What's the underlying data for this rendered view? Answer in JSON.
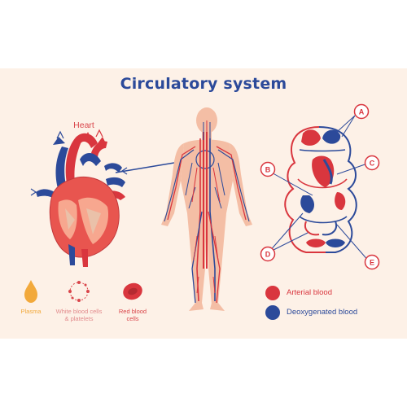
{
  "title": "Circulatory system",
  "heart_label": "Heart",
  "cells": [
    {
      "label_lines": [
        "Plasma"
      ],
      "color": "#f2a93b"
    },
    {
      "label_lines": [
        "White blood cells",
        "& platelets"
      ],
      "color": "#d9454a"
    },
    {
      "label_lines": [
        "Red blood",
        "cells"
      ],
      "color": "#d9454a"
    }
  ],
  "markers": [
    "A",
    "B",
    "C",
    "D",
    "E"
  ],
  "legend": [
    {
      "label": "Arterial blood",
      "color": "#d9363e"
    },
    {
      "label": "Deoxygenated blood",
      "color": "#2c4a9a"
    }
  ],
  "colors": {
    "arterial": "#d9363e",
    "venous": "#2c4a9a",
    "skin": "#f4bea5",
    "background": "#fdf1e7",
    "heart_wall": "#e8554f"
  }
}
